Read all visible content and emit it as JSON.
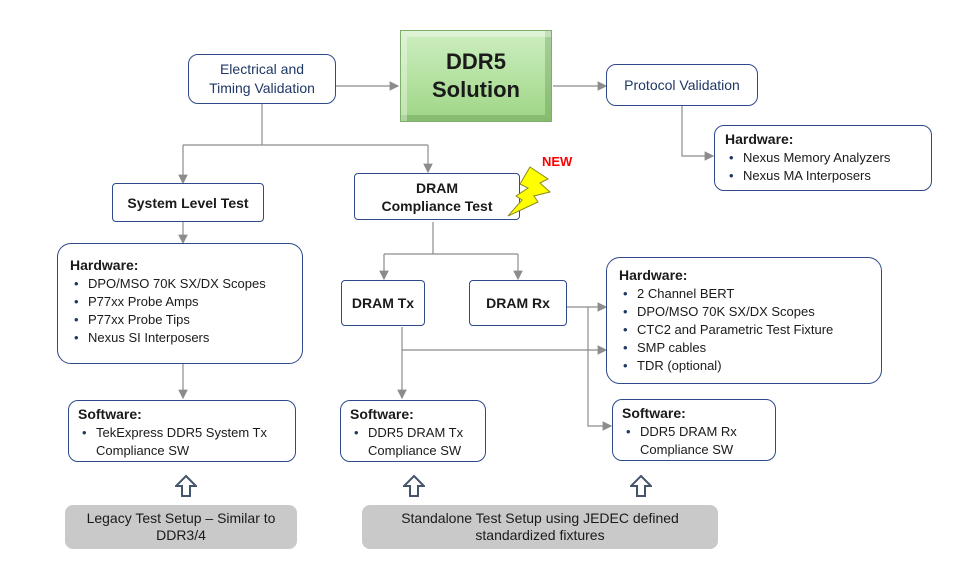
{
  "center": {
    "line1": "DDR5",
    "line2": "Solution"
  },
  "electrical": {
    "line1": "Electrical and",
    "line2": "Timing Validation"
  },
  "protocol": {
    "label": "Protocol Validation"
  },
  "protocol_hw": {
    "title": "Hardware:",
    "items": [
      "Nexus Memory Analyzers",
      "Nexus MA Interposers"
    ]
  },
  "system_level": {
    "label": "System Level Test"
  },
  "dram_compliance": {
    "line1": "DRAM",
    "line2": "Compliance Test",
    "badge": "NEW"
  },
  "system_hw": {
    "title": "Hardware:",
    "items": [
      "DPO/MSO 70K SX/DX Scopes",
      "P77xx Probe Amps",
      "P77xx Probe Tips",
      "Nexus SI Interposers"
    ]
  },
  "dram_tx": {
    "label": "DRAM Tx"
  },
  "dram_rx": {
    "label": "DRAM Rx"
  },
  "rx_hw": {
    "title": "Hardware:",
    "items": [
      "2 Channel BERT",
      "DPO/MSO 70K SX/DX Scopes",
      "CTC2 and Parametric Test Fixture",
      "SMP cables",
      "TDR (optional)"
    ]
  },
  "sw_system": {
    "title": "Software:",
    "line1": "TekExpress DDR5 System Tx",
    "line2": "Compliance SW"
  },
  "sw_tx": {
    "title": "Software:",
    "line1": "DDR5 DRAM Tx",
    "line2": "Compliance SW"
  },
  "sw_rx": {
    "title": "Software:",
    "line1": "DDR5 DRAM Rx",
    "line2": "Compliance SW"
  },
  "legacy": {
    "line1": "Legacy Test Setup – Similar to",
    "line2": "DDR3/4"
  },
  "standalone": {
    "line1": "Standalone Test Setup using JEDEC defined",
    "line2": "standardized fixtures"
  },
  "colors": {
    "box_border": "#2e4a8a",
    "center_fill": "#b6e3a1",
    "connector": "#8c8c8c",
    "footer_fill": "#c9c9c9",
    "badge_red": "#ff0000",
    "bolt_yellow": "#ffff00"
  }
}
